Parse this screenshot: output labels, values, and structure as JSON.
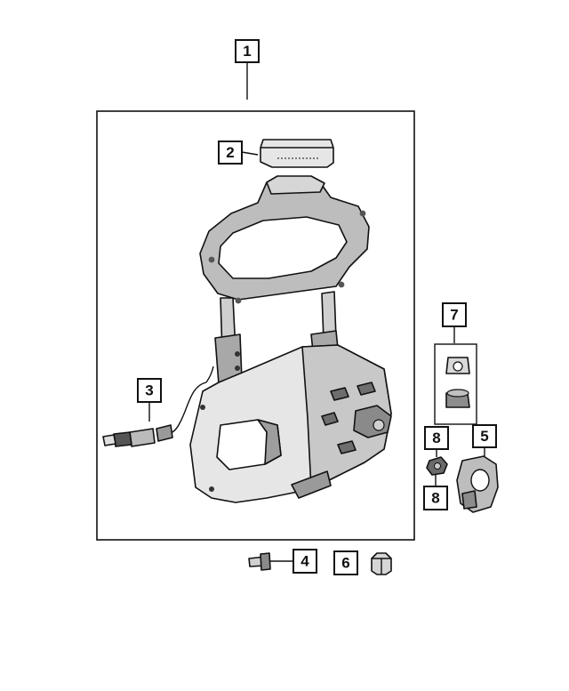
{
  "callouts": [
    {
      "id": "c1",
      "label": "1"
    },
    {
      "id": "c2",
      "label": "2"
    },
    {
      "id": "c3",
      "label": "3"
    },
    {
      "id": "c4",
      "label": "4"
    },
    {
      "id": "c5",
      "label": "5"
    },
    {
      "id": "c6",
      "label": "6"
    },
    {
      "id": "c7",
      "label": "7"
    },
    {
      "id": "c8a",
      "label": "8"
    },
    {
      "id": "c8b",
      "label": "8"
    }
  ],
  "colors": {
    "line": "#111111",
    "part_light": "#e6e6e6",
    "part_mid": "#bdbdbd",
    "part_dark": "#7a7a7a",
    "background": "#ffffff"
  }
}
